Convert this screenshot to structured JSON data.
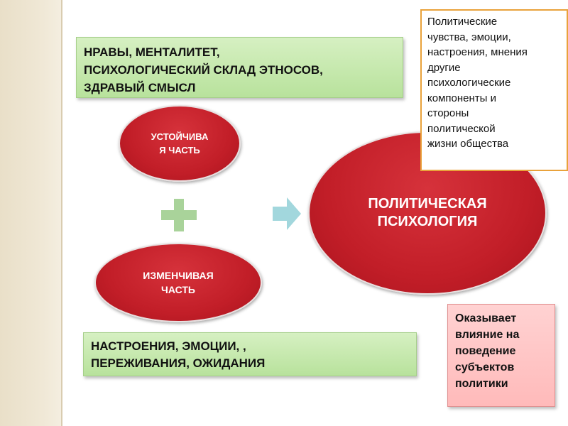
{
  "green_top": {
    "lines": [
      "НРАВЫ, МЕНТАЛИТЕТ,",
      "ПСИХОЛОГИЧЕСКИЙ СКЛАД ЭТНОСОВ,",
      "ЗДРАВЫЙ СМЫСЛ"
    ]
  },
  "green_bottom": {
    "lines": [
      "НАСТРОЕНИЯ, ЭМОЦИИ, ,",
      "ПЕРЕЖИВАНИЯ, ОЖИДАНИЯ"
    ]
  },
  "ellipse_stable": {
    "lines": [
      "УСТОЙЧИВА",
      "Я ЧАСТЬ"
    ]
  },
  "ellipse_changing": {
    "lines": [
      "ИЗМЕНЧИВАЯ",
      "ЧАСТЬ"
    ]
  },
  "ellipse_main": {
    "lines": [
      "ПОЛИТИЧЕСКАЯ",
      "ПСИХОЛОГИЯ"
    ]
  },
  "white_box": {
    "lines": [
      "Политические",
      "чувства, эмоции,",
      "настроения, мнения",
      "другие",
      "психологические",
      "компоненты и",
      "стороны",
      "политической",
      "жизни общества"
    ]
  },
  "pink_box": {
    "lines": [
      "Оказывает",
      "влияние на",
      "поведение",
      "субъектов",
      "политики"
    ]
  },
  "icons": {
    "plus": "plus-icon",
    "arrow": "arrow-right-icon"
  },
  "colors": {
    "ellipse_red": "#c21e28",
    "green_box": "#c6e8ad",
    "pink_box": "#ffc4c4",
    "white_box_border": "#e9a23b",
    "plus_green": "#a9d39a",
    "arrow_teal": "#a2d7dd",
    "side_band": "#ece2cc"
  }
}
